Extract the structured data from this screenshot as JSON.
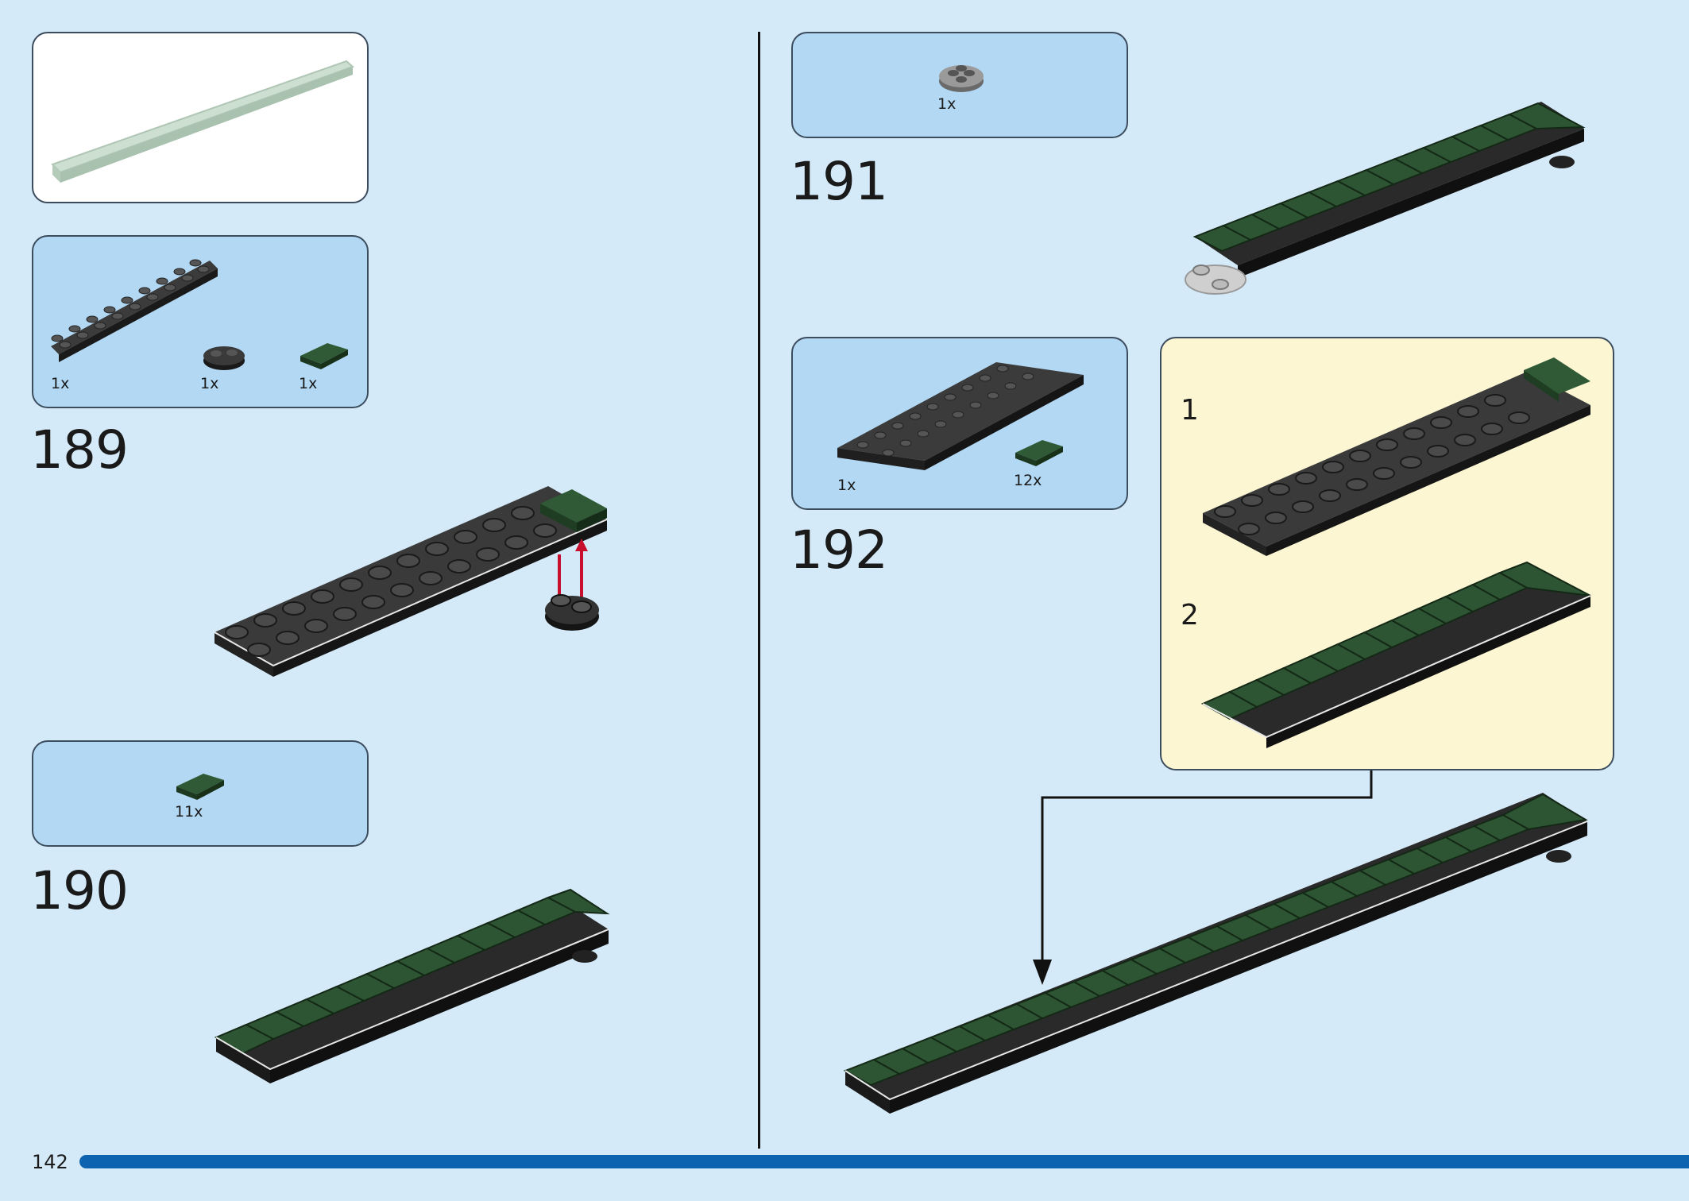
{
  "page": {
    "number": "142"
  },
  "colors": {
    "background": "#d5eaf9",
    "parts_panel": "#b2d8f4",
    "subassembly_panel": "#fdf6d3",
    "progress_bar": "#0e63b0",
    "brick_black": "#2a2a2a",
    "brick_green": "#264a2c"
  },
  "steps": [
    {
      "number": "189",
      "parts": [
        {
          "qty": "1x",
          "name": "black-plate-icon"
        },
        {
          "qty": "1x",
          "name": "round-plate-icon"
        },
        {
          "qty": "1x",
          "name": "green-tile-icon"
        }
      ]
    },
    {
      "number": "190",
      "parts": [
        {
          "qty": "11x",
          "name": "green-tile-icon"
        }
      ]
    },
    {
      "number": "191",
      "parts": [
        {
          "qty": "1x",
          "name": "round-plate-icon"
        }
      ]
    },
    {
      "number": "192",
      "parts": [
        {
          "qty": "1x",
          "name": "black-plate-icon"
        },
        {
          "qty": "12x",
          "name": "green-tile-icon"
        }
      ],
      "substeps": [
        "1",
        "2"
      ]
    }
  ]
}
